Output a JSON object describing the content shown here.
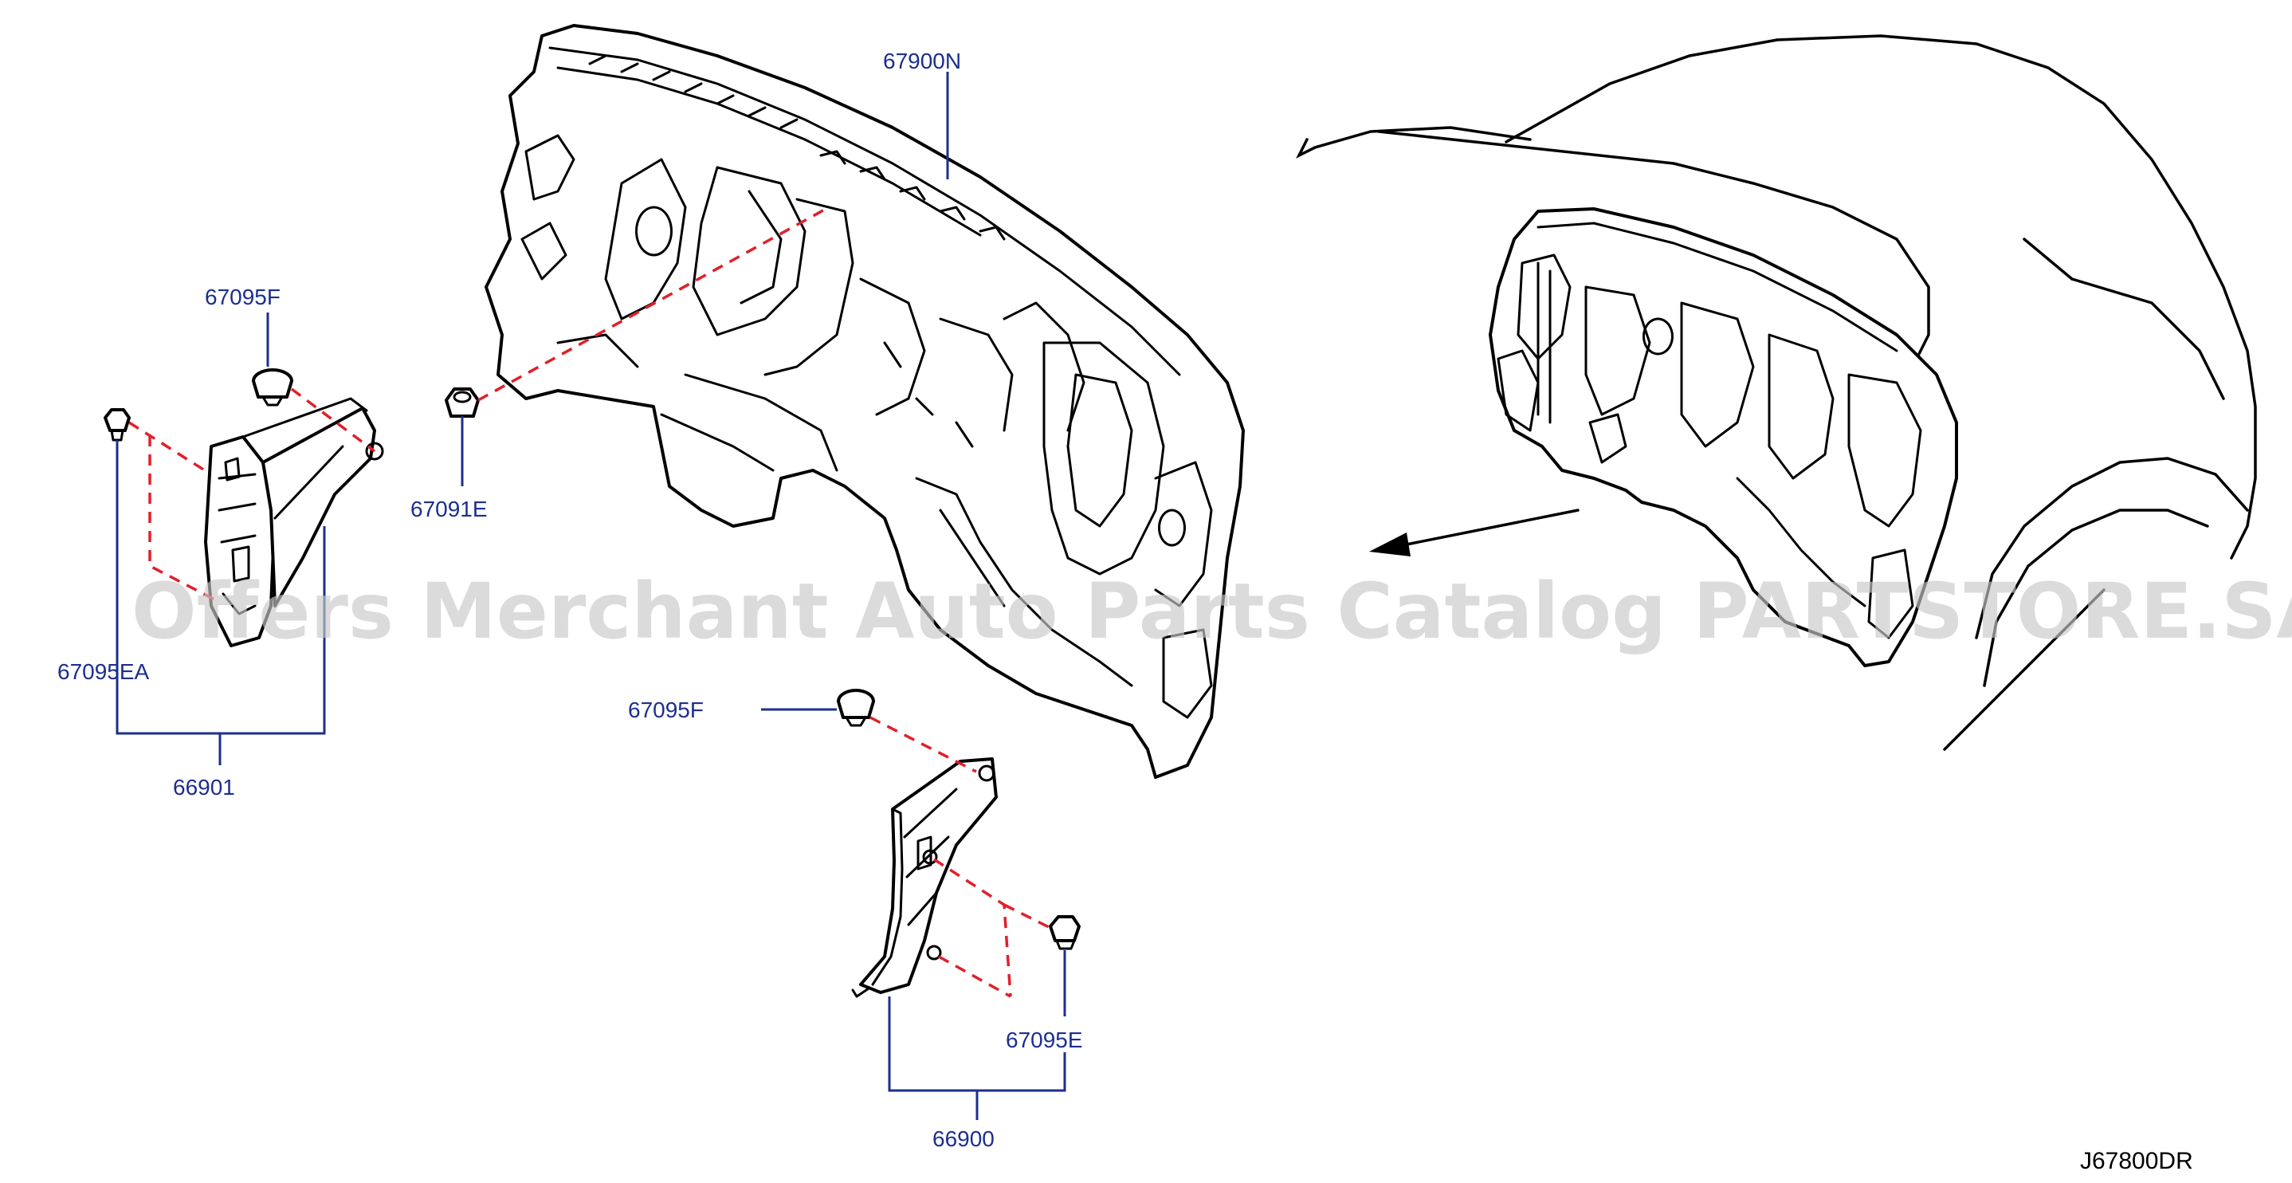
{
  "labels": {
    "dash_panel": "67900N",
    "clip_f_upper": "67095F",
    "clip_f_lower": "67095F",
    "grommet": "67091E",
    "clip_ea": "67095EA",
    "clip_e": "67095E",
    "finisher_left": "66901",
    "finisher_right": "66900"
  },
  "diagram_code": "J67800DR",
  "watermark": "Offers Merchant Auto Parts Catalog PARTSTORE.SA",
  "colors": {
    "label": "#1c2f8f",
    "leader": "#1c2f8f",
    "dashed_link": "#e0202a",
    "line_art": "#000000",
    "watermark": "#c9c9c9"
  }
}
